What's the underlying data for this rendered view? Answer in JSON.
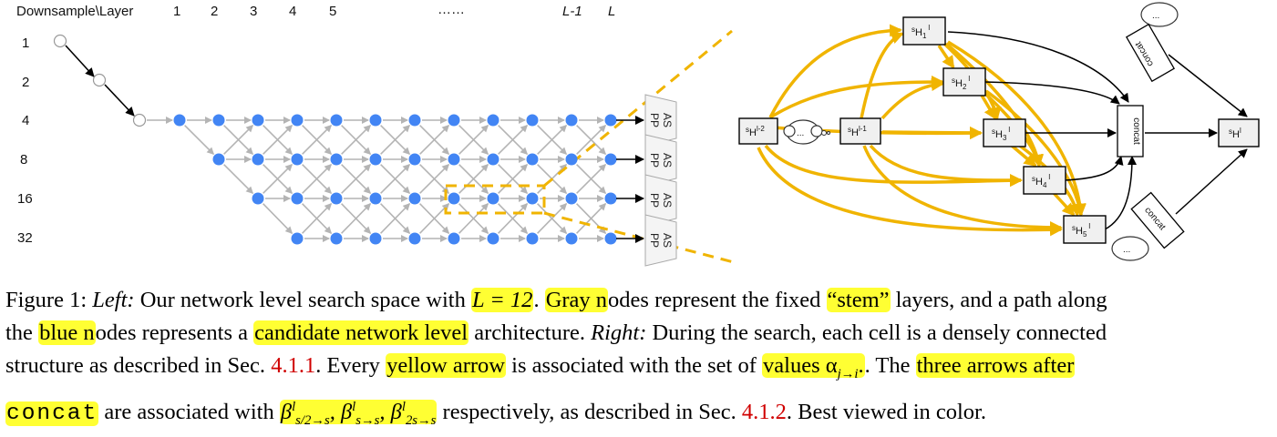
{
  "figure": {
    "left": {
      "header": {
        "corner": "Downsample\\Layer",
        "layers": [
          "1",
          "2",
          "3",
          "4",
          "5"
        ],
        "ellipsis": "……",
        "layer_l_minus_1": "L-1",
        "layer_l": "L"
      },
      "rows": [
        "1",
        "2",
        "4",
        "8",
        "16",
        "32"
      ],
      "aspp_label_top": "AS",
      "aspp_label_bottom": "PP"
    },
    "right": {
      "nodes": {
        "input_prev2_base": "H",
        "input_prev2_sub": "s",
        "input_prev2_sup": "l-2",
        "input_prev1_base": "H",
        "input_prev1_sub": "s",
        "input_prev1_sup": "l-1",
        "output_base": "H",
        "output_sub": "s",
        "output_sup": "l",
        "h1": "1",
        "h2": "2",
        "h3": "3",
        "h4": "4",
        "h5": "5",
        "h_sup": "l",
        "h_pre": "s",
        "h_base": "H"
      },
      "concat_label": "concat",
      "cloud_label": "..."
    },
    "colors": {
      "blue_node": "#4285f4",
      "gray_node": "#ffffff",
      "yellow": "#f0b400",
      "edge_gray": "#b4b4b4"
    }
  },
  "caption": {
    "label": "Figure 1:",
    "left_word": "Left:",
    "t1": " Our network level search space with ",
    "eq_L": "L = 12",
    "t2": ". ",
    "gray_hl": "Gray n",
    "t3": "odes represent the fixed ",
    "stem_hl": "“stem”",
    "t4": " layers, and a path along",
    "t5": "the ",
    "blue_hl": "blue n",
    "t6": "odes represents a ",
    "cand_hl": "candidate network level",
    "t7": " architecture. ",
    "right_word": "Right:",
    "t8": " During the search, each cell is a densely connected",
    "t9": "structure as described in Sec. ",
    "ref1": "4.1.1",
    "t10": ".  Every ",
    "yellow_hl": "yellow arrow",
    "t11": " is associated with the set of ",
    "values_hl": "values α",
    "values_sub": "j→i",
    "t12": ".  The ",
    "three_hl": "three arrows after",
    "concat_hl": "concat",
    "t13": " are associated with ",
    "beta_hl": "β",
    "beta1_sub": "s/2→s",
    "beta_sup": "l",
    "beta2_sub": "s→s",
    "beta3_sub": "2s→s",
    "t14": " respectively, as described in Sec. ",
    "ref2": "4.1.2",
    "t15": ". Best viewed in color."
  }
}
